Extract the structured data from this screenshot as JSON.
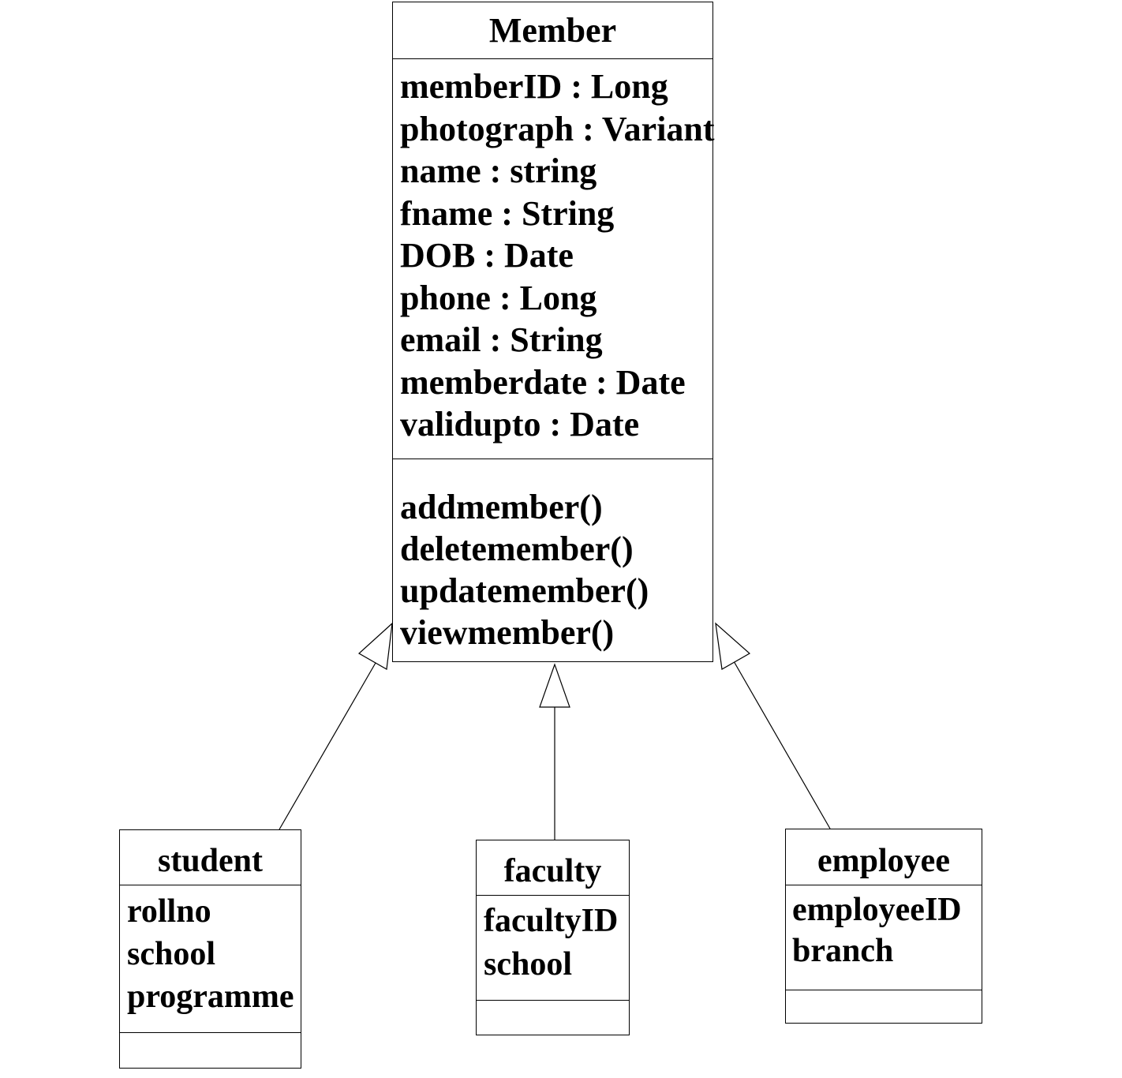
{
  "classes": {
    "member": {
      "name": "Member",
      "attributes": [
        "memberID : Long",
        "photograph : Variant",
        "name : string",
        "fname : String",
        "DOB : Date",
        "phone : Long",
        "email : String",
        "memberdate : Date",
        "validupto : Date"
      ],
      "operations": [
        "addmember()",
        "deletemember()",
        "updatemember()",
        "viewmember()"
      ]
    },
    "student": {
      "name": "student",
      "attributes": [
        "rollno",
        "school",
        "programme"
      ],
      "operations": []
    },
    "faculty": {
      "name": "faculty",
      "attributes": [
        "facultyID",
        "school"
      ],
      "operations": []
    },
    "employee": {
      "name": "employee",
      "attributes": [
        "employeeID",
        "branch"
      ],
      "operations": []
    }
  },
  "relationships": [
    {
      "type": "generalization",
      "from": "student",
      "to": "Member"
    },
    {
      "type": "generalization",
      "from": "faculty",
      "to": "Member"
    },
    {
      "type": "generalization",
      "from": "employee",
      "to": "Member"
    }
  ]
}
